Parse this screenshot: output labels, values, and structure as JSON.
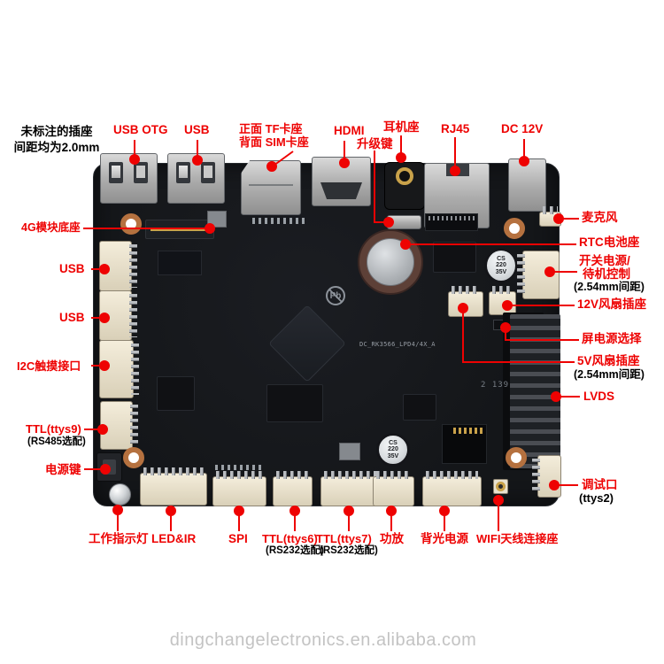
{
  "note": {
    "line1": "未标注的插座",
    "line2": "间距均为2.0mm"
  },
  "watermark": "dingchangelectronics.en.alibaba.com",
  "colors": {
    "label_red": "#ee0202",
    "label_black": "#000000",
    "board": "#17191d",
    "callout": "#ee0202"
  },
  "top_labels": {
    "usb_otg": "USB OTG",
    "usb": "USB",
    "front": "正面",
    "tf": "TF卡座",
    "back": "背面",
    "sim": "SIM卡座",
    "hdmi": "HDMI",
    "upgrade": "升级键",
    "earphone": "耳机座",
    "rj45": "RJ45",
    "dc12v": "DC 12V"
  },
  "right_labels": {
    "mic": "麦克风",
    "rtc": "RTC电池座",
    "switch_power1": "开关电源/",
    "switch_power2": "待机控制",
    "switch_power_note": "(2.54mm间距)",
    "fan_12v": "12V风扇插座",
    "screen_power": "屏电源选择",
    "fan_5v": "5V风扇插座",
    "fan_5v_note": "(2.54mm间距)",
    "lvds": "LVDS",
    "debug": "调试口",
    "debug_note": "(ttys2)"
  },
  "left_labels": {
    "module_4g": "4G模块底座",
    "usb1": "USB",
    "usb2": "USB",
    "i2c": "I2C触摸接口",
    "ttl9": "TTL(ttys9)",
    "ttl9_note": "(RS485选配)",
    "power_key": "电源键"
  },
  "bottom_labels": {
    "work_led": "工作指示灯",
    "led_ir": "LED&IR",
    "spi": "SPI",
    "ttl6": "TTL(ttys6)",
    "ttl6_note": "(RS232选配)",
    "ttl7": "TTL(ttys7)",
    "ttl7_note": "(RS232选配)",
    "amp": "功放",
    "backlight": "背光电源",
    "wifi": "WIFI天线连接座"
  },
  "board_text": {
    "model": "DC_RK3566_LPD4/4X_A",
    "code": "2 139",
    "pb": "Pb",
    "cap_l1": "CS",
    "cap_l2": "220",
    "cap_l3": "35V"
  }
}
